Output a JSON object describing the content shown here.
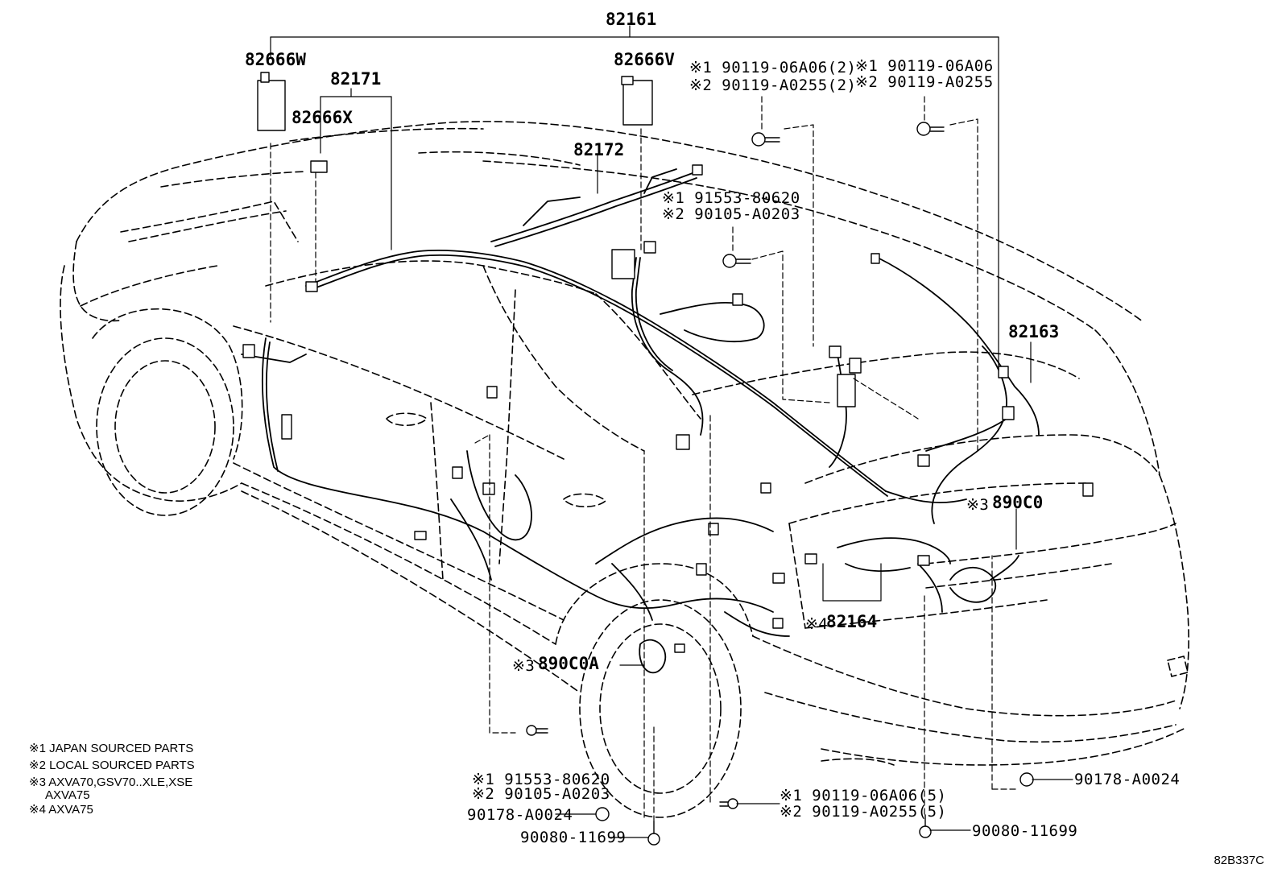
{
  "labels": {
    "main_harness": "82161",
    "harness_82171": "82171",
    "harness_82172": "82172",
    "harness_82163": "82163",
    "harness_82164": "82164",
    "bracket_w": "82666W",
    "bracket_v": "82666V",
    "bracket_x": "82666X",
    "antenna_c0": "890C0",
    "antenna_c0a": "890C0A"
  },
  "callouts": {
    "top_mid_line1": "※1 90119-06A06(2)",
    "top_mid_line2": "※2 90119-A0255(2)",
    "top_right_line1": "※1 90119-06A06",
    "top_right_line2": "※2 90119-A0255",
    "mid_line1": "※1 91553-80620",
    "mid_line2": "※2 90105-A0203",
    "bottom_left_line1": "※1 91553-80620",
    "bottom_left_line2": "※2 90105-A0203",
    "clip_left": "90178-A0024",
    "bolt_left": "90080-11699",
    "bottom_mid_line1": "※1 90119-06A06(5)",
    "bottom_mid_line2": "※2 90119-A0255(5)",
    "clip_right": "90178-A0024",
    "bolt_right": "90080-11699",
    "marker_3": "※3",
    "marker_4": "※4"
  },
  "notes": [
    "※1 JAPAN SOURCED PARTS",
    "※2 LOCAL SOURCED PARTS",
    "※3 AXVA70,GSV70..XLE,XSE",
    "     AXVA75",
    "※4 AXVA75"
  ],
  "figure_code": "82B337C"
}
